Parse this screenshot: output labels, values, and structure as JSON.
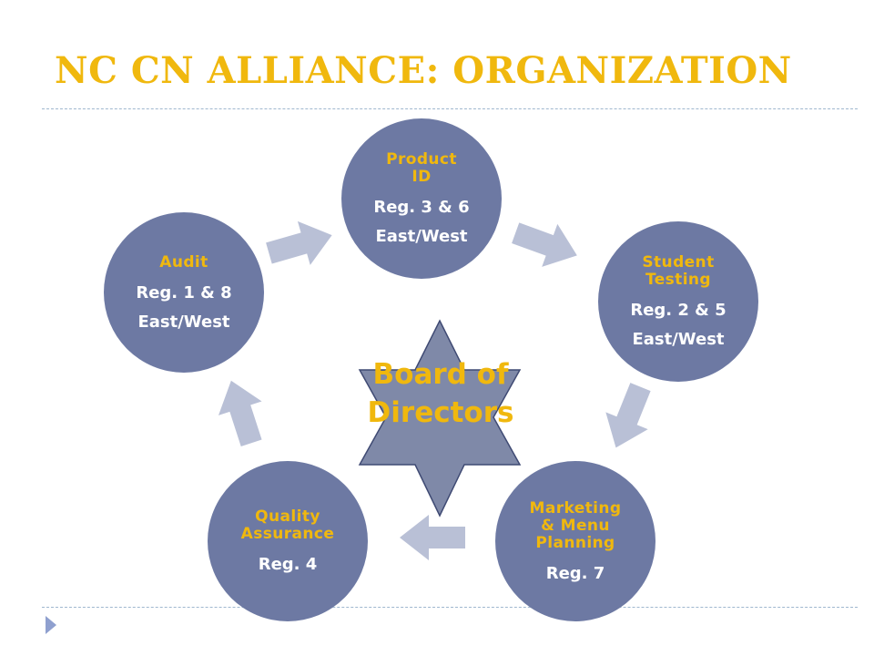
{
  "title": "NC CN ALLIANCE: ORGANIZATION",
  "colors": {
    "title": "#f0b80e",
    "node_fill": "#6d79a3",
    "node_title": "#f0b80e",
    "node_text": "#ffffff",
    "arrow_fill": "#b9c0d6",
    "star_fill": "#7f89a8",
    "star_stroke": "#3f4a73",
    "star_text": "#f0b80e",
    "rule": "#9fb7cf",
    "bullet": "#8fa0cf"
  },
  "center": {
    "line1": "Board of",
    "line2": "Directors"
  },
  "nodes": [
    {
      "id": "product-id",
      "title": [
        "Product",
        "ID"
      ],
      "lines": [
        "Reg. 3 & 6",
        "East/West"
      ]
    },
    {
      "id": "student-testing",
      "title": [
        "Student",
        "Testing"
      ],
      "lines": [
        "Reg. 2 & 5",
        "East/West"
      ]
    },
    {
      "id": "marketing-menu-planning",
      "title": [
        "Marketing",
        "& Menu",
        "Planning"
      ],
      "lines": [
        "Reg. 7"
      ]
    },
    {
      "id": "quality-assurance",
      "title": [
        "Quality",
        "Assurance"
      ],
      "lines": [
        "Reg. 4"
      ]
    },
    {
      "id": "audit",
      "title": [
        "Audit"
      ],
      "lines": [
        "Reg. 1 & 8",
        "East/West"
      ]
    }
  ]
}
